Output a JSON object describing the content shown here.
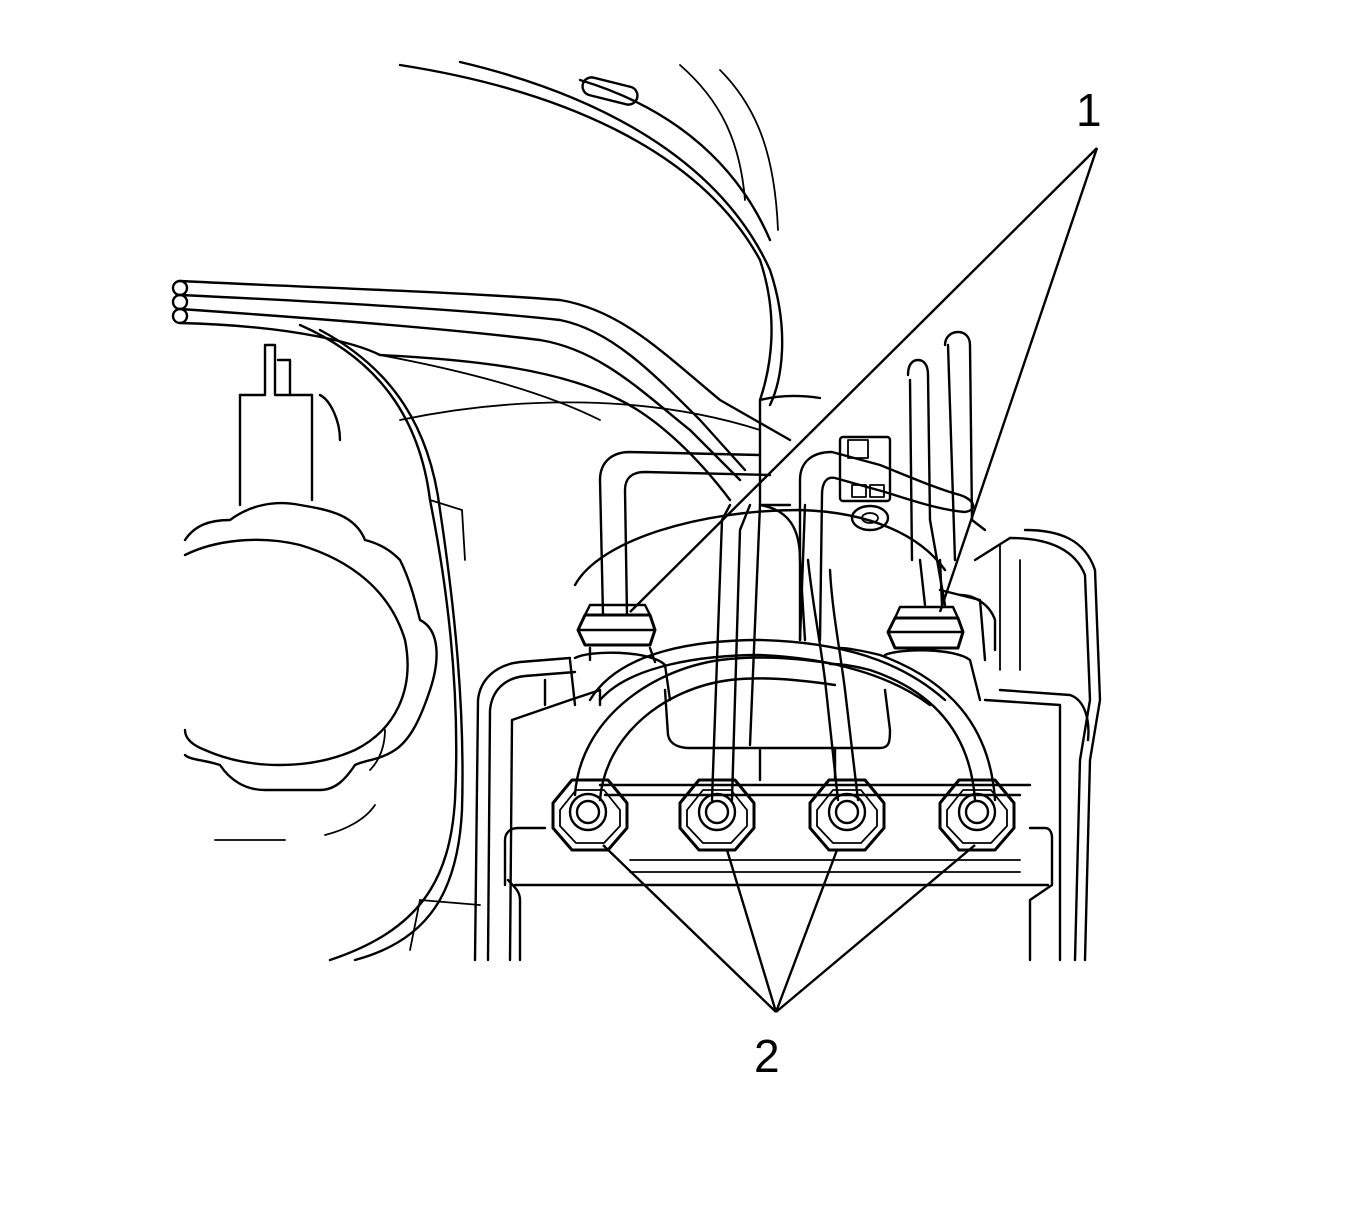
{
  "figure": {
    "background": "#ffffff",
    "line_color": "#000000"
  },
  "callouts": [
    {
      "id": "1",
      "label": "1"
    },
    {
      "id": "2",
      "label": "2"
    }
  ]
}
